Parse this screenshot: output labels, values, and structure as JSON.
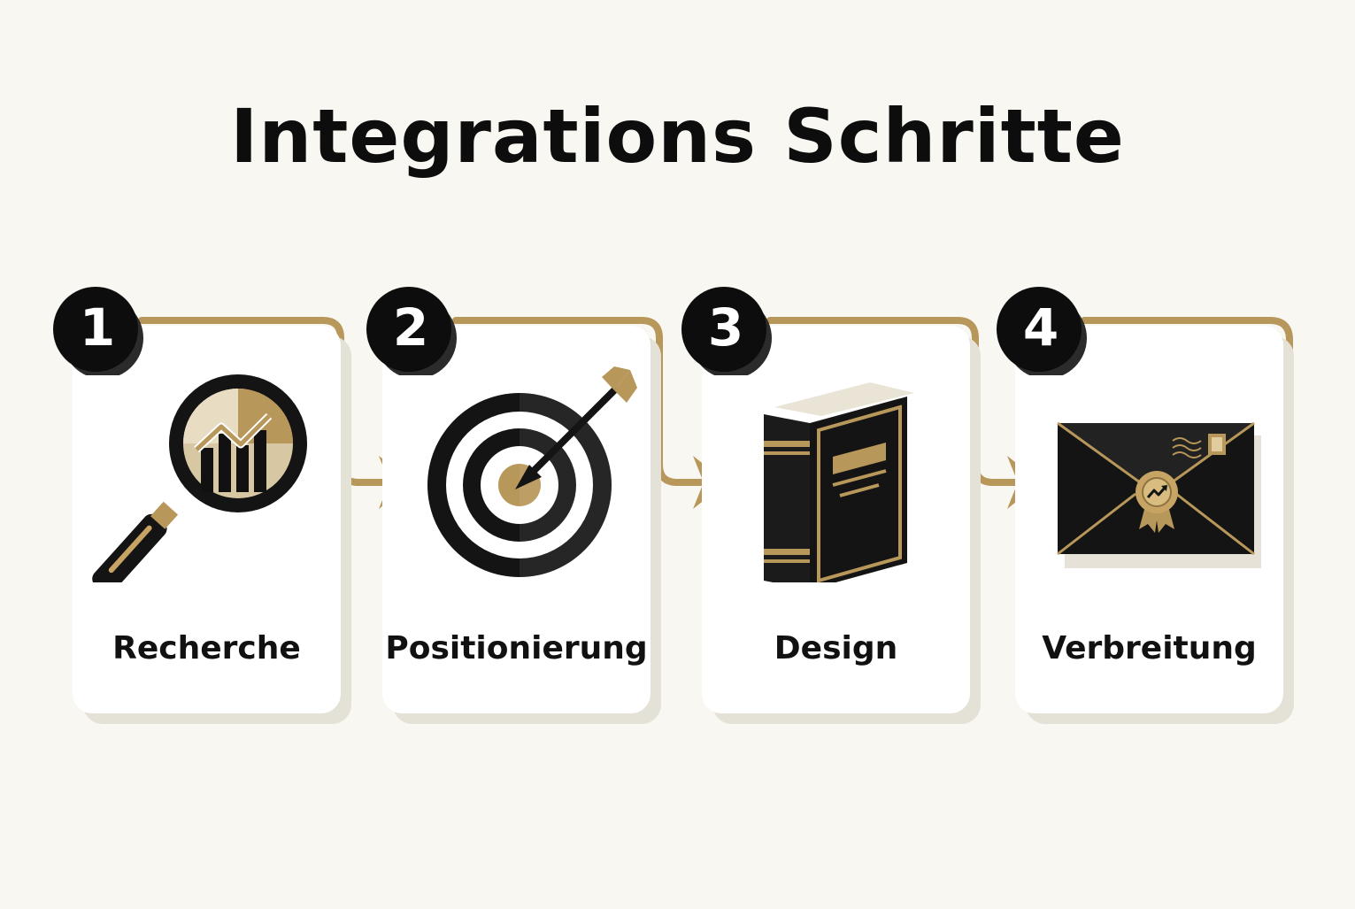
{
  "title": "Integrations Schritte",
  "colors": {
    "background": "#f8f7f2",
    "accent_gold": "#b8975a",
    "dark": "#0d0d0d",
    "card": "#ffffff"
  },
  "steps": [
    {
      "number": "1",
      "label": "Recherche",
      "icon": "magnifier-chart-icon"
    },
    {
      "number": "2",
      "label": "Positionierung",
      "icon": "target-arrow-icon"
    },
    {
      "number": "3",
      "label": "Design",
      "icon": "book-icon"
    },
    {
      "number": "4",
      "label": "Verbreitung",
      "icon": "sealed-envelope-icon"
    }
  ]
}
